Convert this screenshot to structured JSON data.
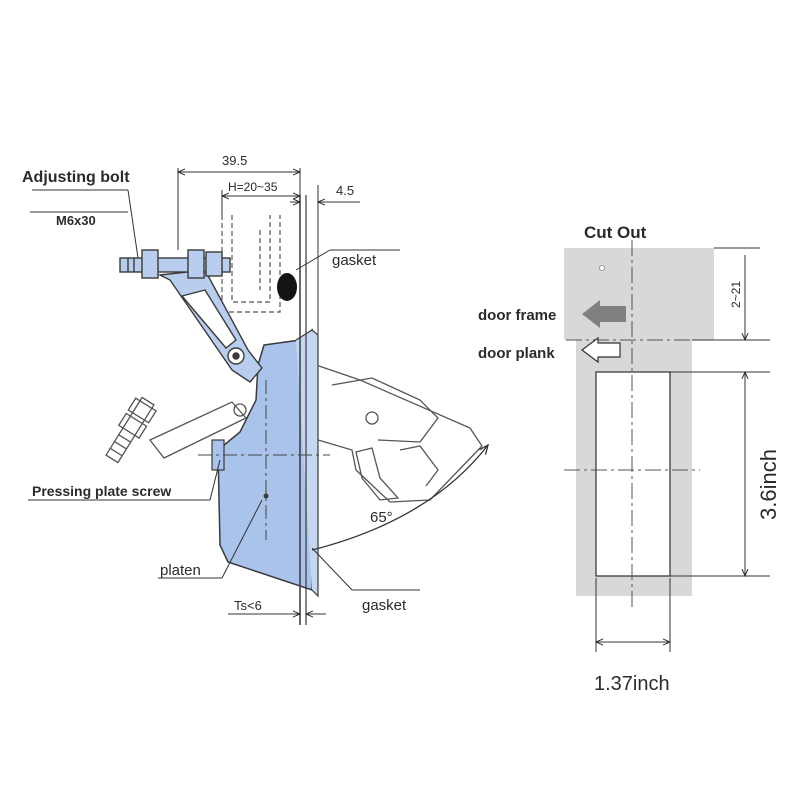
{
  "latch_diagram": {
    "labels": {
      "adjusting_bolt": "Adjusting bolt",
      "bolt_size": "M6x30",
      "gasket_top": "gasket",
      "pressing_plate_screw": "Pressing plate screw",
      "platen": "platen",
      "gasket_bottom": "gasket",
      "angle": "65°"
    },
    "dimensions": {
      "overall_width": "39.5",
      "height_range": "H=20~35",
      "offset": "4.5",
      "thickness": "Ts<6"
    }
  },
  "cutout": {
    "title": "Cut Out",
    "door_frame_label": "door frame",
    "door_plank_label": "door plank",
    "offset_dim": "2~21",
    "height_dim": "3.6inch",
    "width_dim": "1.37inch"
  },
  "colors": {
    "body_fill": "#a9c3ea",
    "arm_fill": "#b9cdee",
    "line": "#3a3a3a",
    "cutout_gray": "#d8d8d8",
    "arrow_gray": "#808080"
  }
}
